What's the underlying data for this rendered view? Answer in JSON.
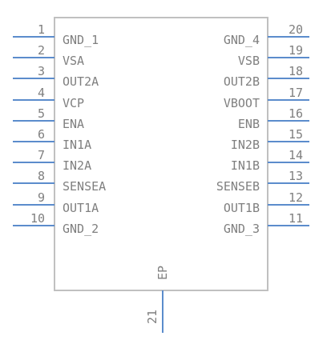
{
  "component": {
    "left_pins": [
      {
        "number": "1",
        "name": "GND_1"
      },
      {
        "number": "2",
        "name": "VSA"
      },
      {
        "number": "3",
        "name": "OUT2A"
      },
      {
        "number": "4",
        "name": "VCP"
      },
      {
        "number": "5",
        "name": "ENA"
      },
      {
        "number": "6",
        "name": "IN1A"
      },
      {
        "number": "7",
        "name": "IN2A"
      },
      {
        "number": "8",
        "name": "SENSEA"
      },
      {
        "number": "9",
        "name": "OUT1A"
      },
      {
        "number": "10",
        "name": "GND_2"
      }
    ],
    "right_pins": [
      {
        "number": "20",
        "name": "GND_4"
      },
      {
        "number": "19",
        "name": "VSB"
      },
      {
        "number": "18",
        "name": "OUT2B"
      },
      {
        "number": "17",
        "name": "VBOOT"
      },
      {
        "number": "16",
        "name": "ENB"
      },
      {
        "number": "15",
        "name": "IN2B"
      },
      {
        "number": "14",
        "name": "IN1B"
      },
      {
        "number": "13",
        "name": "SENSEB"
      },
      {
        "number": "12",
        "name": "OUT1B"
      },
      {
        "number": "11",
        "name": "GND_3"
      }
    ],
    "bottom_pin": {
      "number": "21",
      "name": "EP"
    },
    "colors": {
      "body": "#c0c0c0",
      "pin": "#5b8ccc",
      "text": "#7f7f7f"
    }
  }
}
